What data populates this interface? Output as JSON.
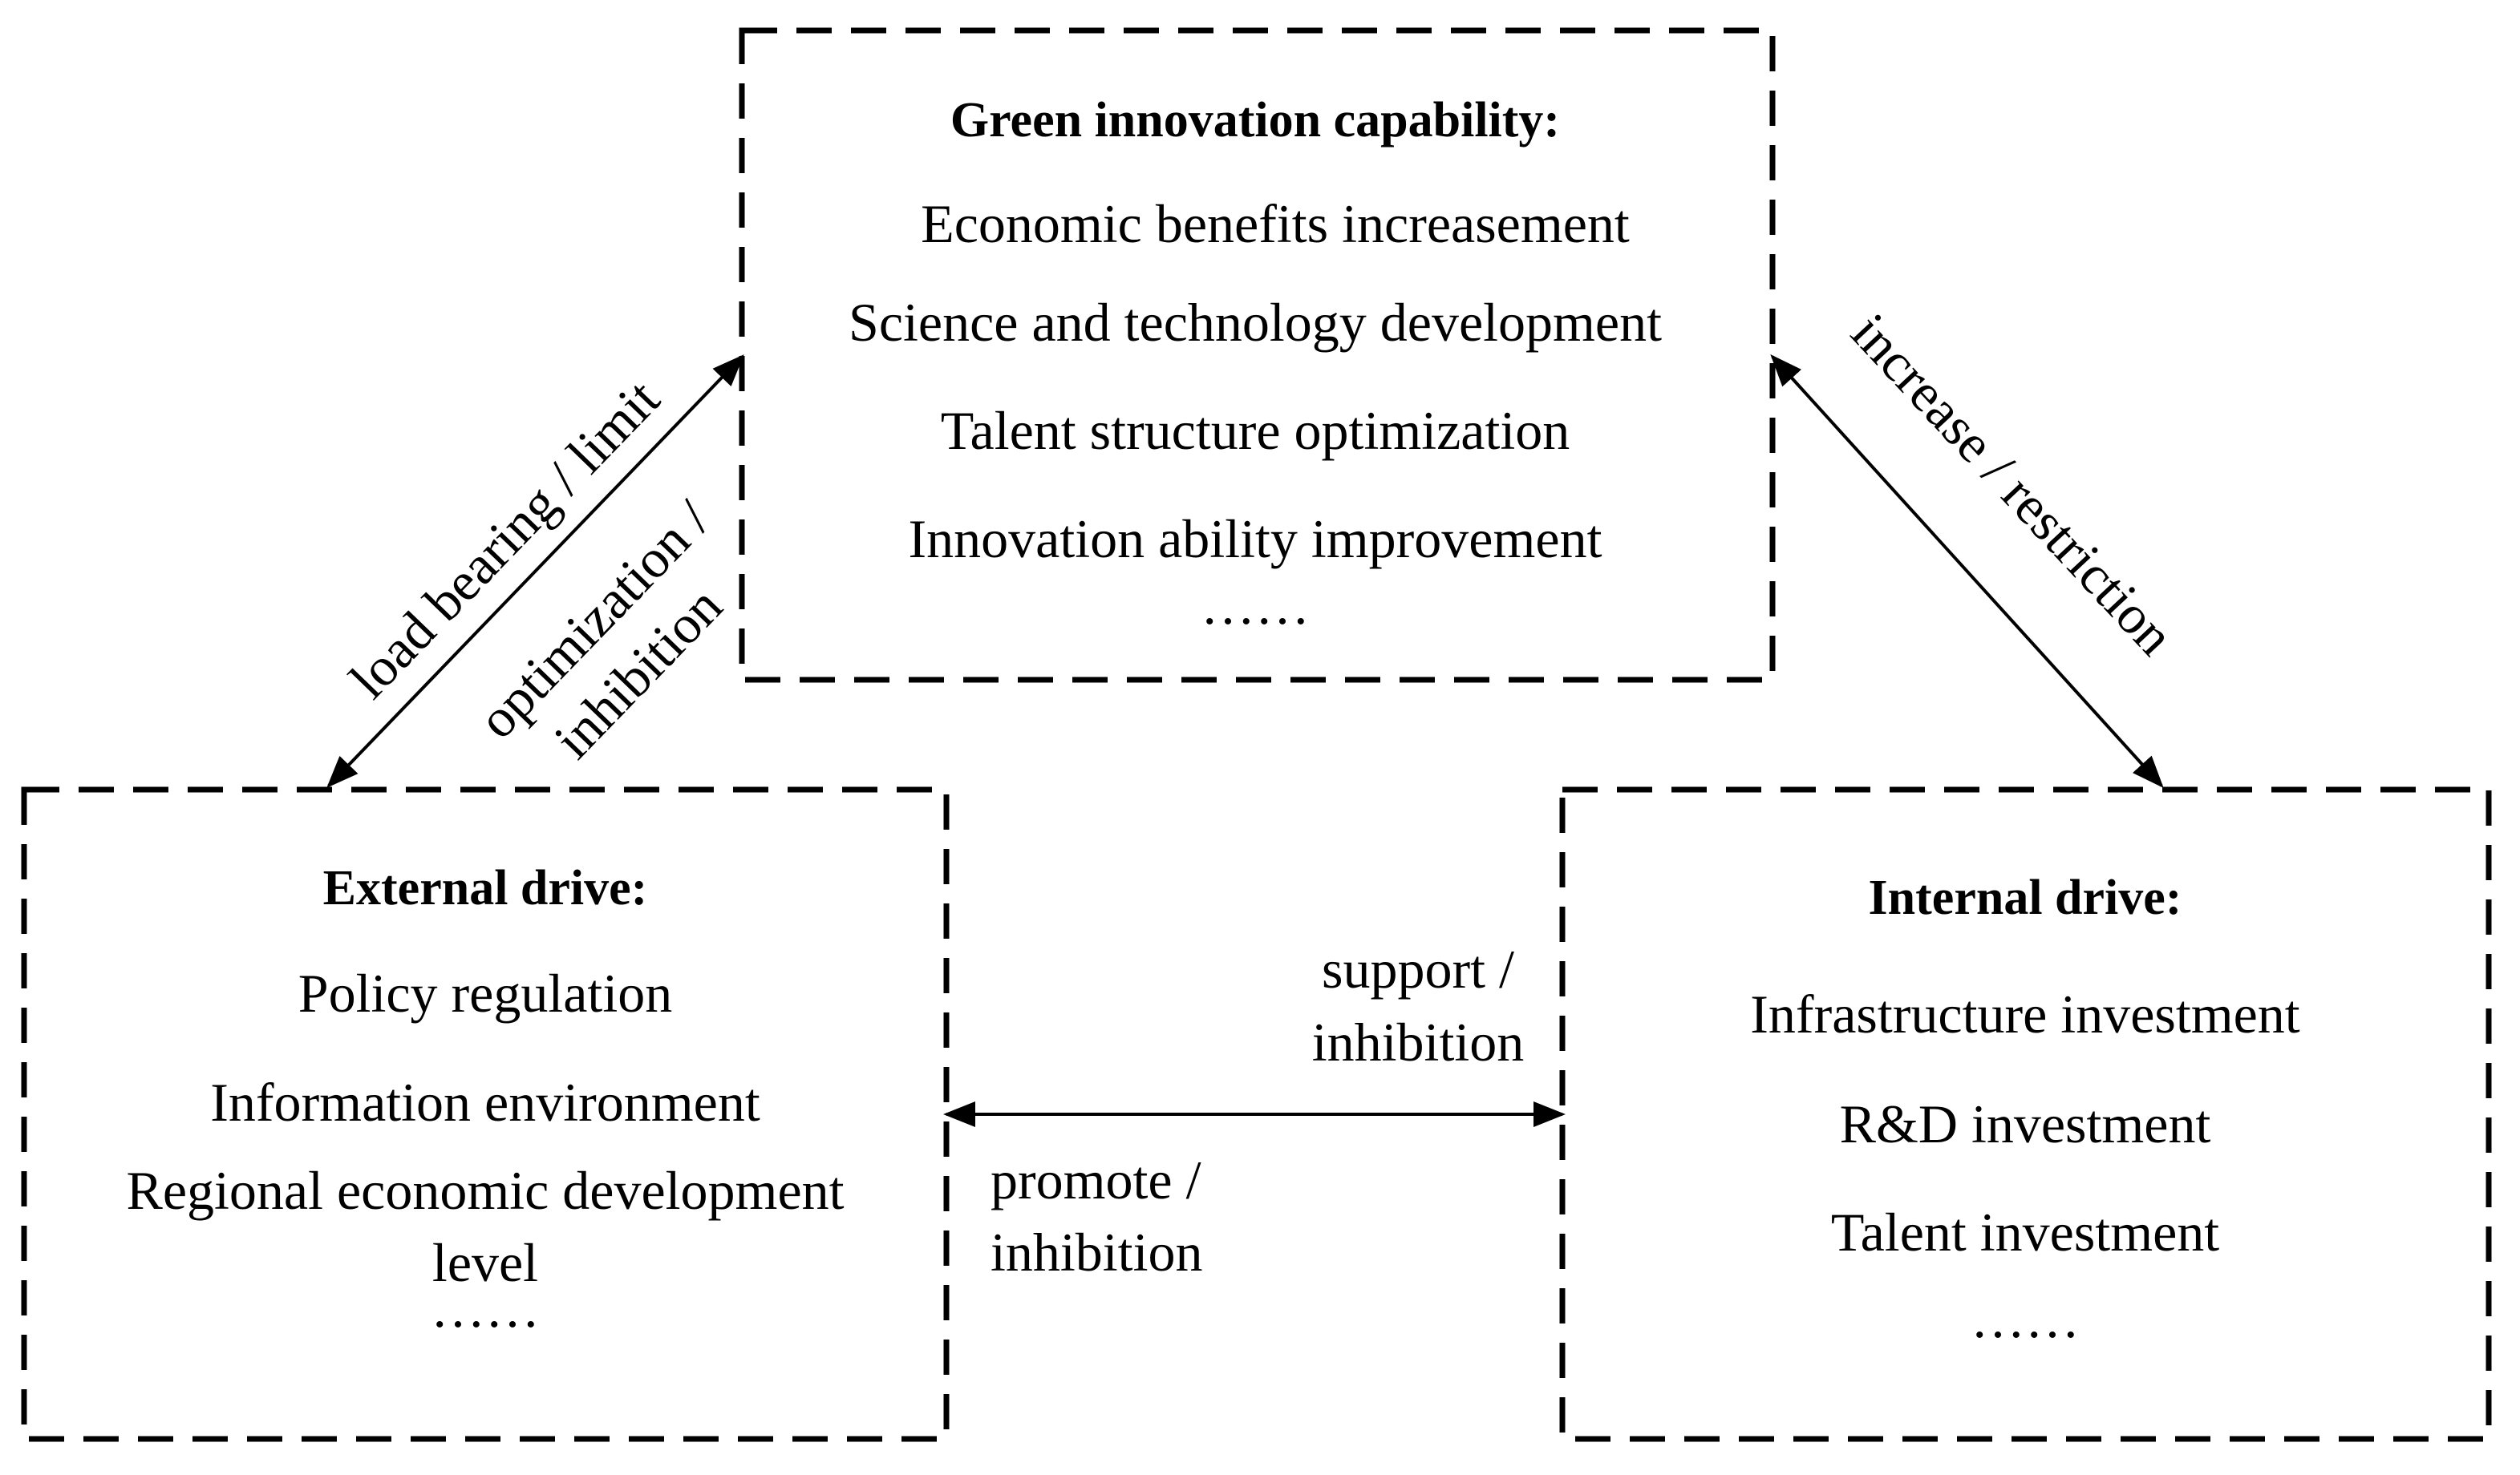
{
  "boxes": {
    "green": {
      "title": "Green innovation capability:",
      "items": [
        "Economic benefits increasement",
        "Science and technology development",
        "Talent structure optimization",
        "Innovation ability improvement",
        "……"
      ]
    },
    "external": {
      "title": "External drive:",
      "items": [
        "Policy regulation",
        "Information environment",
        "Regional economic development",
        "level",
        "……"
      ]
    },
    "internal": {
      "title": "Internal drive:",
      "items": [
        "Infrastructure investment",
        "R&D investment",
        "Talent investment",
        "……"
      ]
    }
  },
  "edges": {
    "external_green": {
      "label_outer": "load bearing / limit",
      "label_inner_1": "optimization /",
      "label_inner_2": "inhibition"
    },
    "green_internal": {
      "label": "increase / restriction"
    },
    "external_internal": {
      "label_top_1": "support /",
      "label_top_2": "inhibition",
      "label_bottom_1": "promote /",
      "label_bottom_2": "inhibition"
    }
  }
}
